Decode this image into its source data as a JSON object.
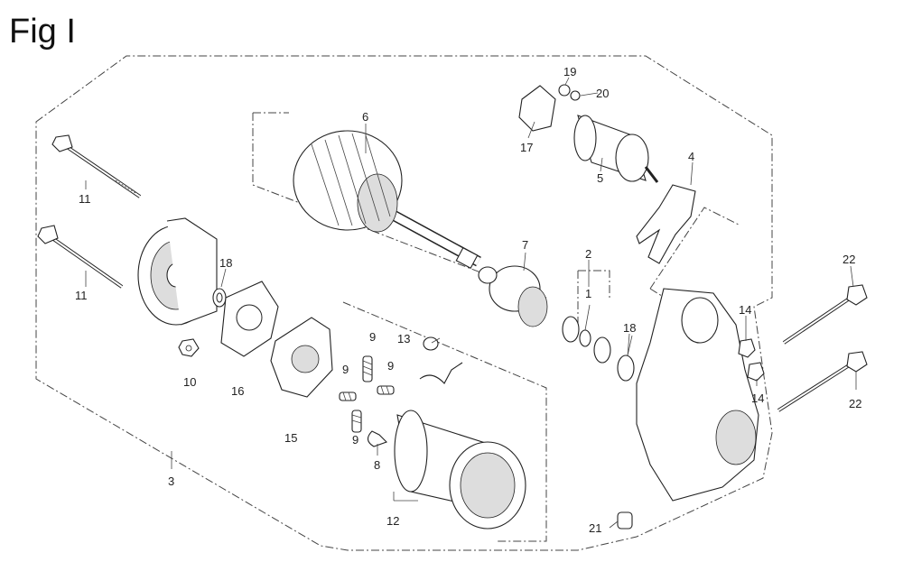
{
  "figure": {
    "title": "Fig I",
    "labels": [
      "1",
      "2",
      "3",
      "4",
      "5",
      "6",
      "7",
      "8",
      "9",
      "10",
      "11",
      "12",
      "13",
      "14",
      "15",
      "16",
      "17",
      "18",
      "19",
      "20",
      "21",
      "22"
    ]
  },
  "callouts": {
    "p1": "1",
    "p2": "2",
    "p3": "3",
    "p4": "4",
    "p5": "5",
    "p6": "6",
    "p7": "7",
    "p8": "8",
    "p9a": "9",
    "p9b": "9",
    "p9c": "9",
    "p9d": "9",
    "p10": "10",
    "p11a": "11",
    "p11b": "11",
    "p12": "12",
    "p13": "13",
    "p14a": "14",
    "p14b": "14",
    "p15": "15",
    "p16": "16",
    "p17": "17",
    "p18a": "18",
    "p18b": "18",
    "p19": "19",
    "p20": "20",
    "p21": "21",
    "p22a": "22",
    "p22b": "22"
  }
}
